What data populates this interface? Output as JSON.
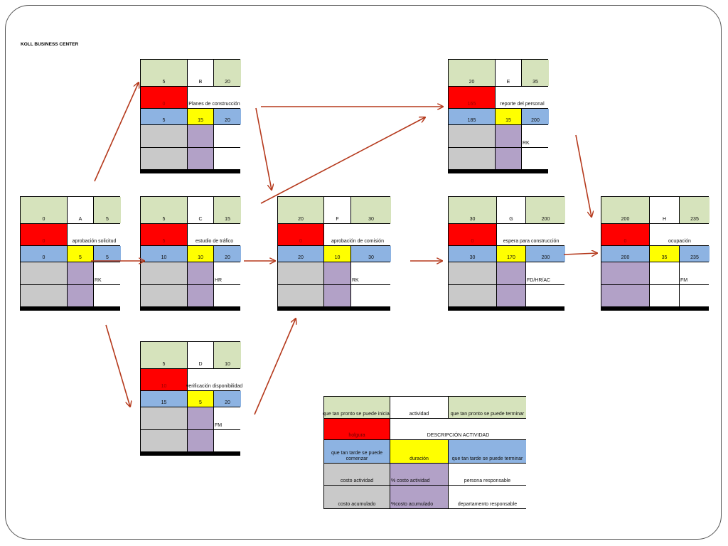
{
  "title": "KOLL  BUSINESS CENTER",
  "nodes": {
    "A": {
      "es": "0",
      "id": "A",
      "ef": "5",
      "slack": "0",
      "desc": "aprobación solicitud",
      "ls": "0",
      "dur": "5",
      "lf": "5",
      "resp": "RK"
    },
    "B": {
      "es": "5",
      "id": "B",
      "ef": "20",
      "slack": "0",
      "desc": "Planes de construcción",
      "ls": "5",
      "dur": "15",
      "lf": "20",
      "resp": ""
    },
    "C": {
      "es": "5",
      "id": "C",
      "ef": "15",
      "slack": "5",
      "desc": "estudio de tráfico",
      "ls": "10",
      "dur": "10",
      "lf": "20",
      "resp": "HR"
    },
    "D": {
      "es": "5",
      "id": "D",
      "ef": "10",
      "slack": "10",
      "desc": "verificación disponibilidad",
      "ls": "15",
      "dur": "5",
      "lf": "20",
      "resp": "FM"
    },
    "E": {
      "es": "20",
      "id": "E",
      "ef": "35",
      "slack": "165",
      "desc": "reporte del personal",
      "ls": "185",
      "dur": "15",
      "lf": "200",
      "resp": "RK"
    },
    "F": {
      "es": "20",
      "id": "F",
      "ef": "30",
      "slack": "0",
      "desc": "aprobación de comisión",
      "ls": "20",
      "dur": "10",
      "lf": "30",
      "resp": "RK"
    },
    "G": {
      "es": "30",
      "id": "G",
      "ef": "200",
      "slack": "0",
      "desc": "espera para construcción",
      "ls": "30",
      "dur": "170",
      "lf": "200",
      "resp": "FD/HR/AC"
    },
    "H": {
      "es": "200",
      "id": "H",
      "ef": "235",
      "slack": "0",
      "desc": "ocupación",
      "ls": "200",
      "dur": "35",
      "lf": "235",
      "resp": "FM"
    }
  },
  "legend": {
    "es": "que tan pronto se puede iniciar",
    "id": "actividad",
    "ef": "que tan pronto se puede terminar",
    "slack": "holgura",
    "desc": "DESCRIPCIÓN ACTIVIDAD",
    "ls": "que tan tarde se puede comenzar",
    "dur": "duración",
    "lf": "que tan tarde se puede terminar",
    "cost": "costo actividad",
    "pct_cost": "% costo actividad",
    "person": "persona responsable",
    "cum_cost": "costo acumulado",
    "pct_cum": "%costo acumulado",
    "dept": "departamento responsable"
  },
  "colors": {
    "green": "#d6e3bc",
    "red": "#ff0000",
    "blue": "#8db3e2",
    "yellow": "#ffff00",
    "gray": "#c9c9c9",
    "purple": "#b2a1c7",
    "arrow": "#b5391c"
  }
}
